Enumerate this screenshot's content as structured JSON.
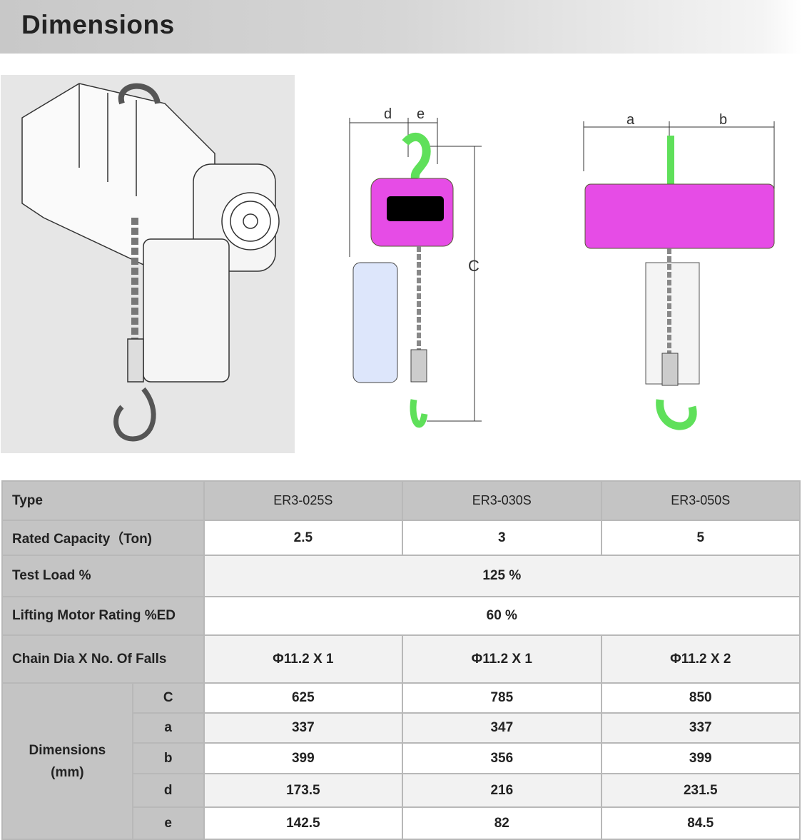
{
  "header": {
    "title": "Dimensions"
  },
  "diagram_labels": {
    "d": "d",
    "e": "e",
    "C": "C",
    "a": "a",
    "b": "b"
  },
  "colors": {
    "body": "#e64ce6",
    "hook": "#5fe05a",
    "bag": "#dde6fb"
  },
  "table": {
    "type_label": "Type",
    "models": [
      "ER3-025S",
      "ER3-030S",
      "ER3-050S"
    ],
    "capacity_label": "Rated Capacity（Ton)",
    "capacity": [
      "2.5",
      "3",
      "5"
    ],
    "test_load_label": "Test Load %",
    "test_load": "125 %",
    "motor_label": "Lifting Motor Rating %ED",
    "motor": "60 %",
    "chain_label": "Chain Dia X No. Of Falls",
    "chain": [
      "Φ11.2 X 1",
      "Φ11.2 X 1",
      "Φ11.2 X 2"
    ],
    "dimensions_label": "Dimensions",
    "dimensions_unit": "(mm)",
    "dims": [
      {
        "key": "C",
        "values": [
          "625",
          "785",
          "850"
        ]
      },
      {
        "key": "a",
        "values": [
          "337",
          "347",
          "337"
        ]
      },
      {
        "key": "b",
        "values": [
          "399",
          "356",
          "399"
        ]
      },
      {
        "key": "d",
        "values": [
          "173.5",
          "216",
          "231.5"
        ]
      },
      {
        "key": "e",
        "values": [
          "142.5",
          "82",
          "84.5"
        ]
      }
    ]
  }
}
